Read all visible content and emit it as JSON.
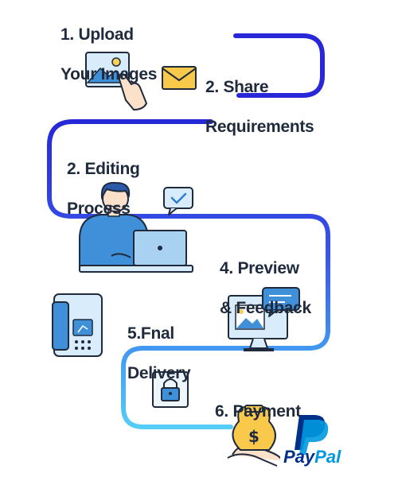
{
  "steps": [
    {
      "id": "upload",
      "line1": "1. Upload",
      "line2": "Your Images"
    },
    {
      "id": "share",
      "line1": "2. Share",
      "line2": "Requirements"
    },
    {
      "id": "editing",
      "line1": "2. Editing",
      "line2": "Process"
    },
    {
      "id": "preview",
      "line1": "4. Preview",
      "line2": "& Feedback"
    },
    {
      "id": "delivery",
      "line1": "5.Fnal",
      "line2": "Delivery"
    },
    {
      "id": "payment",
      "line1": "6. Payment"
    }
  ],
  "paypal": {
    "pay": "Pay",
    "pal": "Pal",
    "mark": "P"
  },
  "icons": [
    "photo-upload-icon",
    "envelope-icon",
    "person-laptop-icon",
    "chat-check-icon",
    "monitor-feedback-icon",
    "card-reader-icon",
    "padlock-icon",
    "money-bag-icon",
    "paypal-logo"
  ],
  "colors": {
    "path_start": "#2b2be0",
    "path_end": "#4fc6f5",
    "icon_blue": "#3f8fd9",
    "icon_light": "#d8ecfb",
    "envelope_yellow": "#f8c94a",
    "paypal_dark": "#00308a",
    "paypal_light": "#0099df"
  }
}
